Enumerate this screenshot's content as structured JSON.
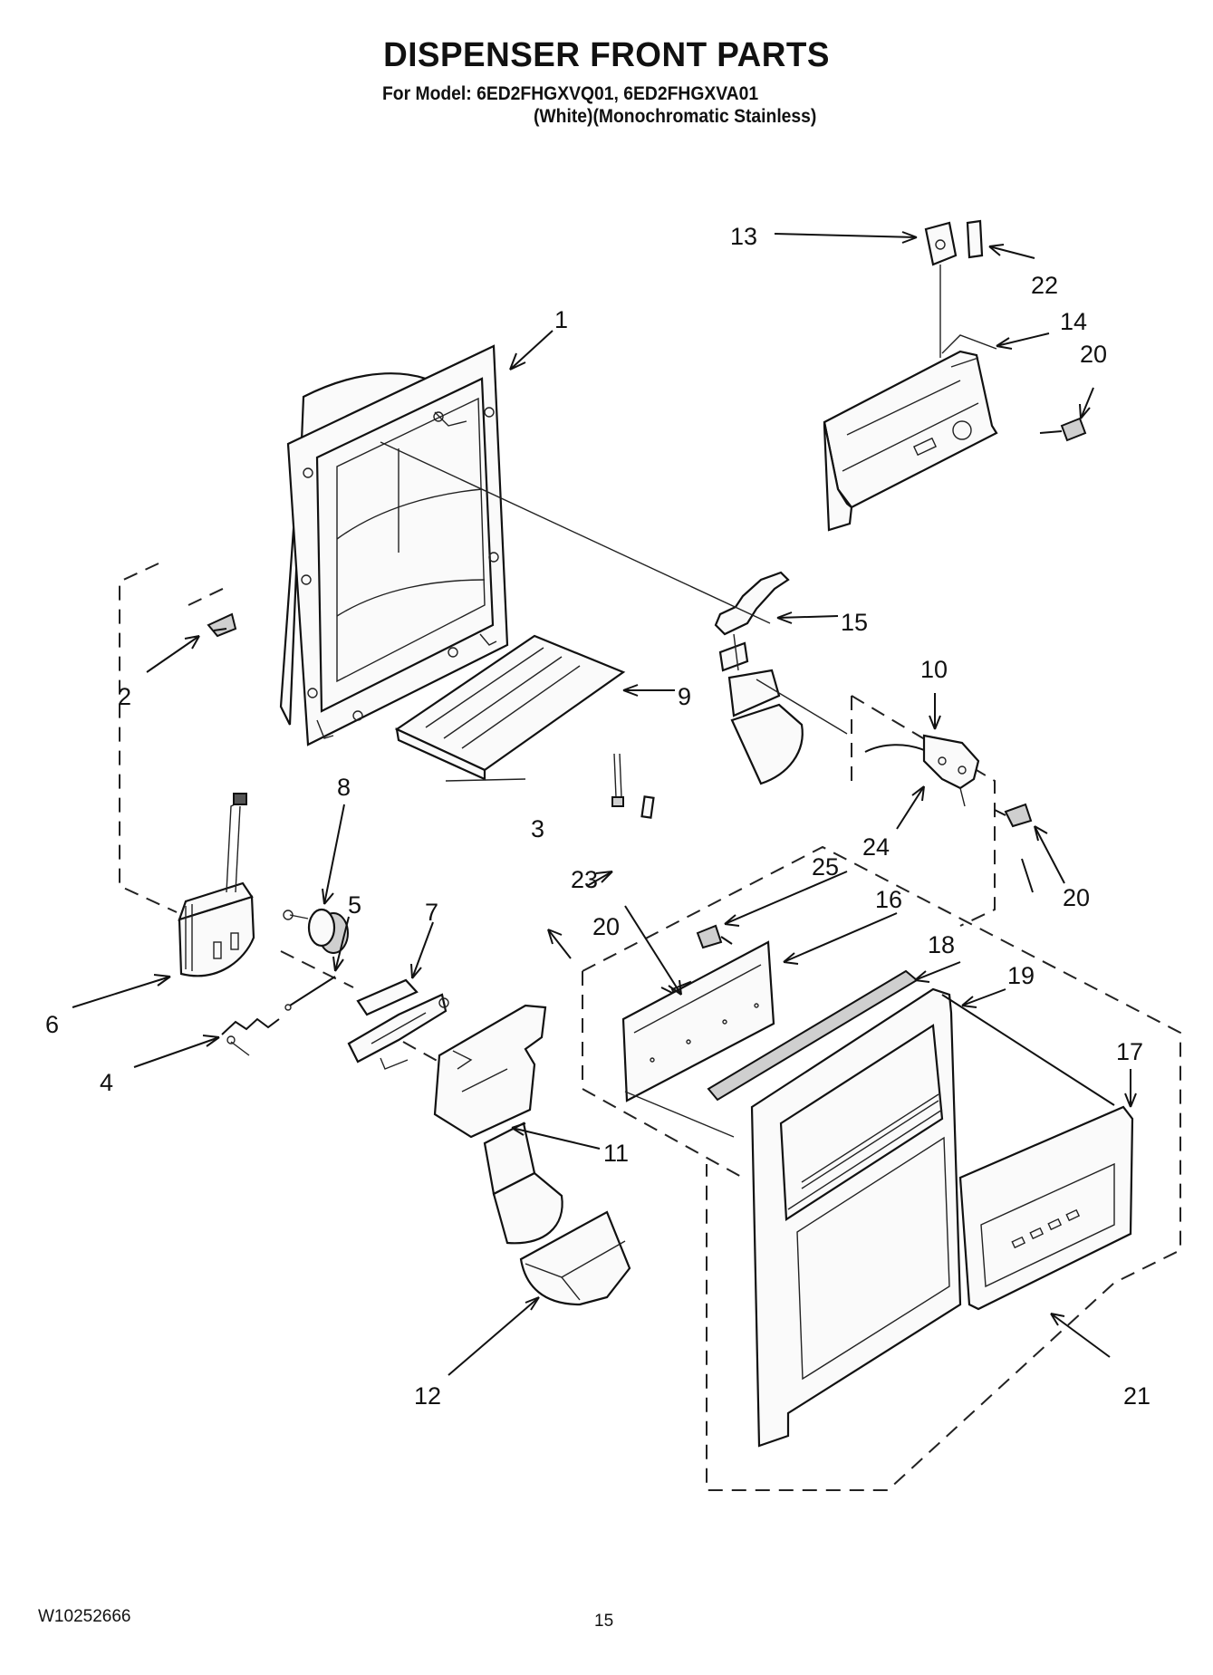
{
  "header": {
    "title": "DISPENSER FRONT PARTS",
    "model_line": "For Model: 6ED2FHGXVQ01, 6ED2FHGXVA01",
    "variant_line": "(White)(Monochromatic Stainless)"
  },
  "callouts": {
    "c1": "1",
    "c2": "2",
    "c3": "3",
    "c4": "4",
    "c5": "5",
    "c6": "6",
    "c7": "7",
    "c8": "8",
    "c9": "9",
    "c10": "10",
    "c11": "11",
    "c12": "12",
    "c13": "13",
    "c14": "14",
    "c15": "15",
    "c16": "16",
    "c17": "17",
    "c18": "18",
    "c19": "19",
    "c20a": "20",
    "c20b": "20",
    "c20c": "20",
    "c21": "21",
    "c22": "22",
    "c23": "23",
    "c24": "24",
    "c25": "25"
  },
  "footer": {
    "doc_number": "W10252666",
    "page_number": "15"
  }
}
